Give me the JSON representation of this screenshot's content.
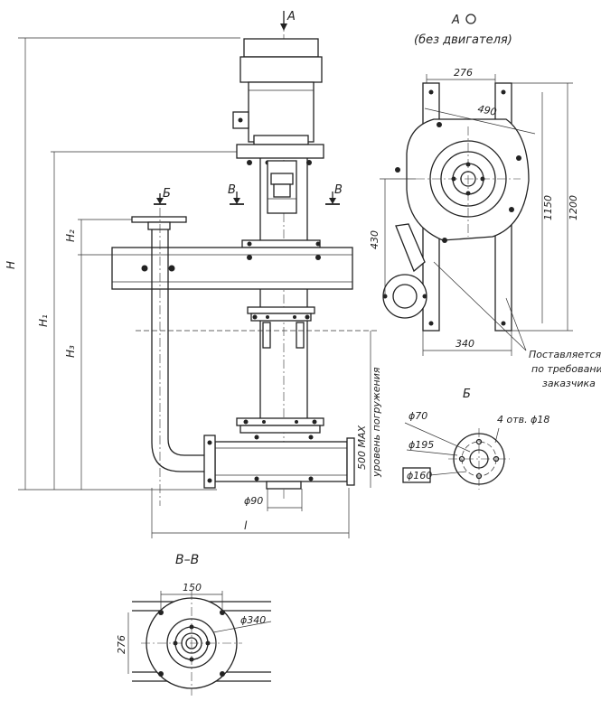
{
  "views": {
    "arrow_a": "A",
    "view_a_title": "A",
    "view_a_subtitle": "(без двигателя)",
    "arrow_b": "Б",
    "view_b_title": "Б",
    "section_mark": "В",
    "section_title": "В–В"
  },
  "dimensions": {
    "H": "H",
    "H1": "H₁",
    "H2": "H₂",
    "H3": "H₃",
    "l": "l",
    "phi90": "ϕ90",
    "submersion": "500 MAX",
    "submersion_label": "уровень погружения",
    "w276": "276",
    "w490": "490",
    "h1150": "1150",
    "h1200": "1200",
    "h430": "430",
    "w340": "340",
    "b_phi70": "ϕ70",
    "b_phi195": "ϕ195",
    "b_phi160": "ϕ160",
    "b_holes": "4 отв. ϕ18",
    "s_150": "150",
    "s_phi340": "ϕ340",
    "s_276": "276"
  },
  "notes": {
    "line1": "Поставляется",
    "line2": "по требованию",
    "line3": "заказчика"
  }
}
